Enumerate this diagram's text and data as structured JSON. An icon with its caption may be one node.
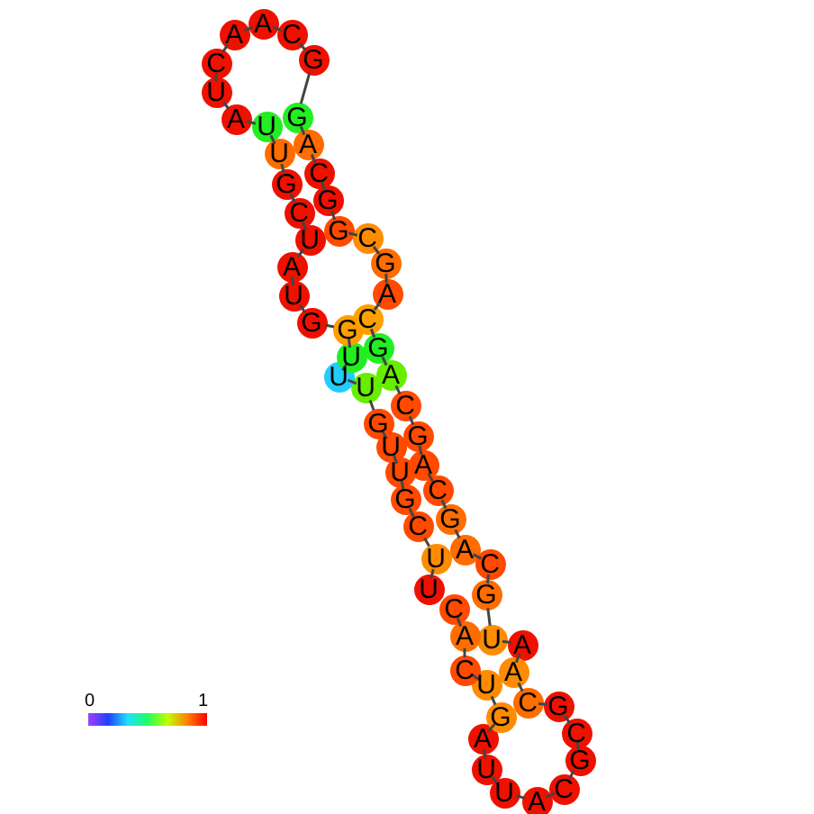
{
  "diagram": {
    "nodes": [
      {
        "text": [
          "U"
        ]
      },
      {
        "text": [
          "U"
        ]
      },
      {
        "text": [
          "C"
        ]
      },
      {
        "text": [
          "G"
        ]
      },
      {
        "text": [
          "U"
        ]
      },
      {
        "text": [
          "U"
        ]
      },
      {
        "text": [
          "G"
        ]
      },
      {
        "text": [
          "U"
        ]
      },
      {
        "text": [
          "U"
        ]
      },
      {
        "text": [
          "U"
        ]
      },
      {
        "text": [
          "G"
        ]
      },
      {
        "text": [
          "G"
        ]
      },
      {
        "text": [
          "U"
        ]
      },
      {
        "text": [
          "A"
        ]
      },
      {
        "text": [
          "U"
        ]
      },
      {
        "text": [
          "C"
        ]
      },
      {
        "text": [
          "G"
        ]
      },
      {
        "text": [
          "U"
        ]
      },
      {
        "text": [
          "U"
        ]
      },
      {
        "text": [
          "A"
        ]
      },
      {
        "text": [
          "U"
        ]
      },
      {
        "text": [
          "C"
        ]
      },
      {
        "text": [
          "A"
        ]
      },
      {
        "text": [
          "A"
        ]
      },
      {
        "text": [
          "C"
        ]
      },
      {
        "text": [
          "G"
        ]
      },
      {
        "text": [
          "G"
        ]
      },
      {
        "text": [
          "A"
        ]
      },
      {
        "text": [
          "C"
        ]
      },
      {
        "text": [
          "G"
        ]
      },
      {
        "text": [
          "G"
        ]
      },
      {
        "text": [
          "C"
        ]
      },
      {
        "text": [
          "G"
        ]
      },
      {
        "text": [
          "A"
        ]
      },
      {
        "text": [
          "C"
        ]
      },
      {
        "text": [
          "G"
        ]
      },
      {
        "text": [
          "A"
        ]
      },
      {
        "text": [
          "C"
        ]
      },
      {
        "text": [
          "G"
        ]
      },
      {
        "text": [
          "A"
        ]
      },
      {
        "text": [
          "C"
        ]
      },
      {
        "text": [
          "G"
        ]
      },
      {
        "text": [
          "A"
        ]
      },
      {
        "text": [
          "C"
        ]
      },
      {
        "text": [
          "G"
        ]
      },
      {
        "text": [
          "U"
        ]
      },
      {
        "text": [
          "A"
        ]
      },
      {
        "text": [
          "A"
        ]
      },
      {
        "text": [
          "C"
        ]
      },
      {
        "text": [
          "G"
        ]
      },
      {
        "text": [
          "C"
        ]
      },
      {
        "text": [
          "G"
        ]
      },
      {
        "text": [
          "C"
        ]
      },
      {
        "text": [
          "A"
        ]
      },
      {
        "text": [
          "U"
        ]
      },
      {
        "text": [
          "U"
        ]
      },
      {
        "text": [
          "A"
        ]
      },
      {
        "text": [
          "G"
        ]
      },
      {
        "text": [
          "U"
        ]
      },
      {
        "text": [
          "C"
        ]
      },
      {
        "text": [
          "A"
        ]
      },
      {
        "text": [
          "C"
        ]
      }
    ],
    "edges": [
      {
        "from": 0,
        "to": 1,
        "arrow": "none"
      },
      {
        "from": 1,
        "to": 2,
        "arrow": "none"
      },
      {
        "from": 2,
        "to": 3,
        "arrow": "none"
      },
      {
        "from": 3,
        "to": 4,
        "arrow": "none"
      },
      {
        "from": 4,
        "to": 5,
        "arrow": "none"
      },
      {
        "from": 5,
        "to": 6,
        "arrow": "none"
      },
      {
        "from": 6,
        "to": 7,
        "arrow": "none"
      },
      {
        "from": 7,
        "to": 8,
        "arrow": "none"
      },
      {
        "from": 8,
        "to": 9,
        "arrow": "none"
      },
      {
        "from": 9,
        "to": 10,
        "arrow": "none"
      },
      {
        "from": 10,
        "to": 11,
        "arrow": "none"
      },
      {
        "from": 11,
        "to": 12,
        "arrow": "none"
      },
      {
        "from": 12,
        "to": 13,
        "arrow": "none"
      },
      {
        "from": 13,
        "to": 14,
        "arrow": "none"
      },
      {
        "from": 14,
        "to": 15,
        "arrow": "none"
      },
      {
        "from": 15,
        "to": 16,
        "arrow": "none"
      },
      {
        "from": 16,
        "to": 17,
        "arrow": "none"
      },
      {
        "from": 17,
        "to": 18,
        "arrow": "none"
      },
      {
        "from": 18,
        "to": 19,
        "arrow": "none"
      },
      {
        "from": 19,
        "to": 20,
        "arrow": "none"
      },
      {
        "from": 20,
        "to": 21,
        "arrow": "none"
      },
      {
        "from": 21,
        "to": 22,
        "arrow": "none"
      },
      {
        "from": 22,
        "to": 23,
        "arrow": "none"
      },
      {
        "from": 23,
        "to": 24,
        "arrow": "none"
      },
      {
        "from": 24,
        "to": 25,
        "arrow": "none"
      },
      {
        "from": 25,
        "to": 26,
        "arrow": "none"
      },
      {
        "from": 26,
        "to": 27,
        "arrow": "none"
      },
      {
        "from": 27,
        "to": 28,
        "arrow": "none"
      },
      {
        "from": 28,
        "to": 29,
        "arrow": "none"
      },
      {
        "from": 29,
        "to": 30,
        "arrow": "none"
      },
      {
        "from": 30,
        "to": 31,
        "arrow": "none"
      },
      {
        "from": 31,
        "to": 32,
        "arrow": "none"
      },
      {
        "from": 32,
        "to": 33,
        "arrow": "none"
      },
      {
        "from": 33,
        "to": 34,
        "arrow": "none"
      },
      {
        "from": 34,
        "to": 35,
        "arrow": "none"
      },
      {
        "from": 35,
        "to": 36,
        "arrow": "none"
      },
      {
        "from": 36,
        "to": 37,
        "arrow": "none"
      },
      {
        "from": 37,
        "to": 38,
        "arrow": "none"
      },
      {
        "from": 38,
        "to": 39,
        "arrow": "none"
      },
      {
        "from": 39,
        "to": 40,
        "arrow": "none"
      },
      {
        "from": 40,
        "to": 41,
        "arrow": "none"
      },
      {
        "from": 41,
        "to": 42,
        "arrow": "none"
      },
      {
        "from": 42,
        "to": 43,
        "arrow": "none"
      },
      {
        "from": 43,
        "to": 44,
        "arrow": "none"
      },
      {
        "from": 44,
        "to": 45,
        "arrow": "none"
      },
      {
        "from": 45,
        "to": 46,
        "arrow": "none"
      },
      {
        "from": 46,
        "to": 47,
        "arrow": "none"
      },
      {
        "from": 47,
        "to": 48,
        "arrow": "none"
      },
      {
        "from": 48,
        "to": 49,
        "arrow": "none"
      },
      {
        "from": 49,
        "to": 50,
        "arrow": "none"
      },
      {
        "from": 50,
        "to": 51,
        "arrow": "none"
      },
      {
        "from": 51,
        "to": 52,
        "arrow": "none"
      },
      {
        "from": 52,
        "to": 53,
        "arrow": "none"
      },
      {
        "from": 53,
        "to": 54,
        "arrow": "none"
      },
      {
        "from": 54,
        "to": 55,
        "arrow": "none"
      },
      {
        "from": 55,
        "to": 56,
        "arrow": "none"
      },
      {
        "from": 56,
        "to": 57,
        "arrow": "none"
      },
      {
        "from": 57,
        "to": 58,
        "arrow": "none"
      },
      {
        "from": 58,
        "to": 59,
        "arrow": "none"
      },
      {
        "from": 59,
        "to": 60,
        "arrow": "none"
      },
      {
        "from": 60,
        "to": 61,
        "arrow": "none"
      }
    ],
    "labels": [
      "0",
      "1"
    ]
  }
}
